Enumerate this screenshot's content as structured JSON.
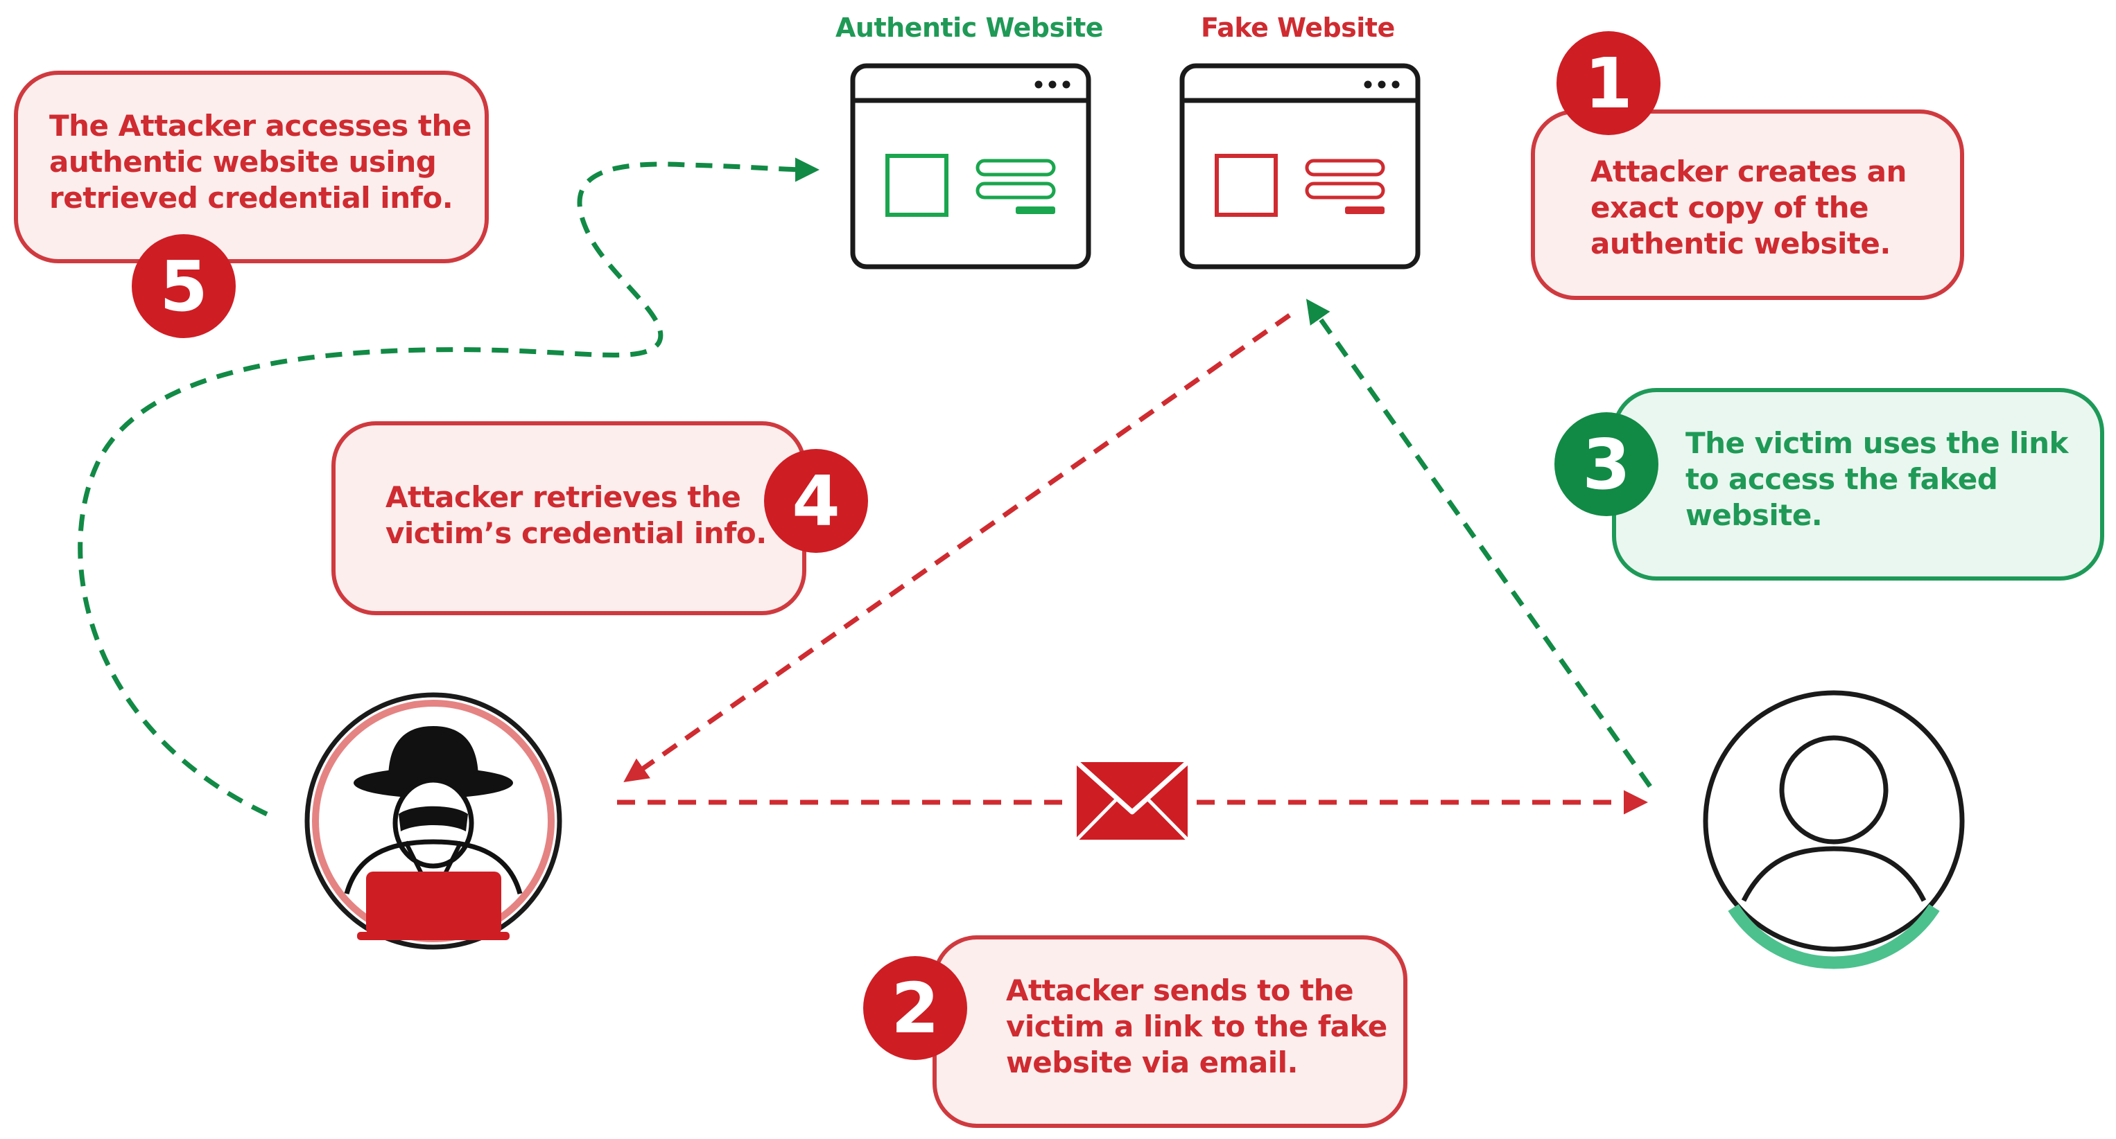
{
  "sites": {
    "authentic_label": "Authentic Website",
    "fake_label": "Fake Website"
  },
  "steps": [
    {
      "number": "1",
      "text": "Attacker creates an exact copy of the authentic website."
    },
    {
      "number": "2",
      "text": "Attacker sends to the victim a link to the fake website via email."
    },
    {
      "number": "3",
      "text": "The victim uses the link to access the faked website."
    },
    {
      "number": "4",
      "text": "Attacker retrieves the victim’s credential info."
    },
    {
      "number": "5",
      "text": "The Attacker accesses the authentic website using retrieved credential info."
    }
  ],
  "colors": {
    "red": "#cf1d24",
    "green": "#118a45",
    "red_text": "#cf2b30",
    "green_text": "#1f9a56",
    "red_fill": "#fdeeee",
    "green_fill": "#eaf7f0"
  },
  "icons": {
    "attacker": "attacker-hacker-icon",
    "victim": "victim-user-icon",
    "email": "envelope-icon"
  }
}
